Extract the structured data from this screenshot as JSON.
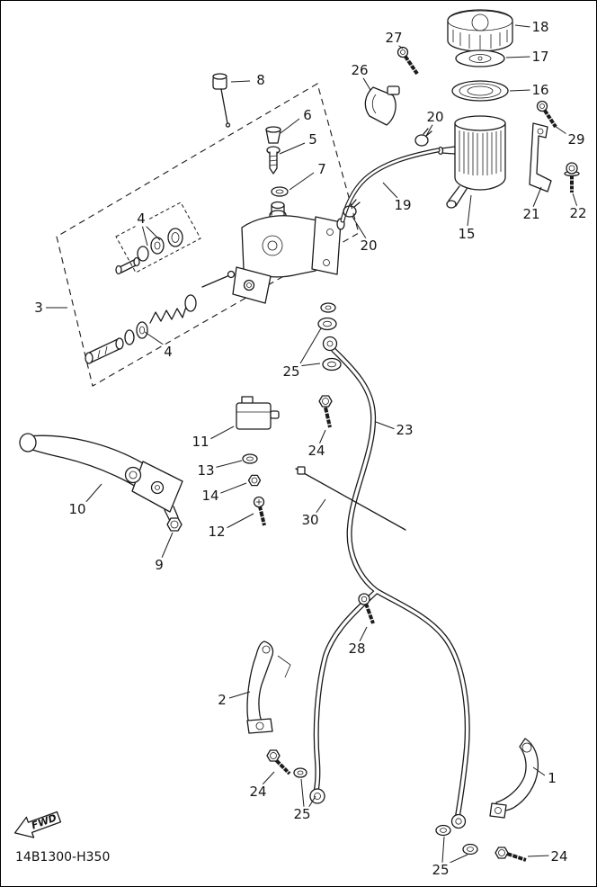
{
  "diagram": {
    "part_code": "14B1300-H350",
    "fwd_label": "FWD",
    "callouts": [
      {
        "label": "18"
      },
      {
        "label": "17"
      },
      {
        "label": "16"
      },
      {
        "label": "27"
      },
      {
        "label": "26"
      },
      {
        "label": "8"
      },
      {
        "label": "6"
      },
      {
        "label": "5"
      },
      {
        "label": "20"
      },
      {
        "label": "29"
      },
      {
        "label": "7"
      },
      {
        "label": "19"
      },
      {
        "label": "21"
      },
      {
        "label": "22"
      },
      {
        "label": "15"
      },
      {
        "label": "20"
      },
      {
        "label": "4"
      },
      {
        "label": "3"
      },
      {
        "label": "4"
      },
      {
        "label": "25"
      },
      {
        "label": "11"
      },
      {
        "label": "24"
      },
      {
        "label": "23"
      },
      {
        "label": "13"
      },
      {
        "label": "10"
      },
      {
        "label": "14"
      },
      {
        "label": "30"
      },
      {
        "label": "12"
      },
      {
        "label": "9"
      },
      {
        "label": "28"
      },
      {
        "label": "2"
      },
      {
        "label": "1"
      },
      {
        "label": "24"
      },
      {
        "label": "25"
      },
      {
        "label": "25"
      },
      {
        "label": "24"
      }
    ]
  }
}
